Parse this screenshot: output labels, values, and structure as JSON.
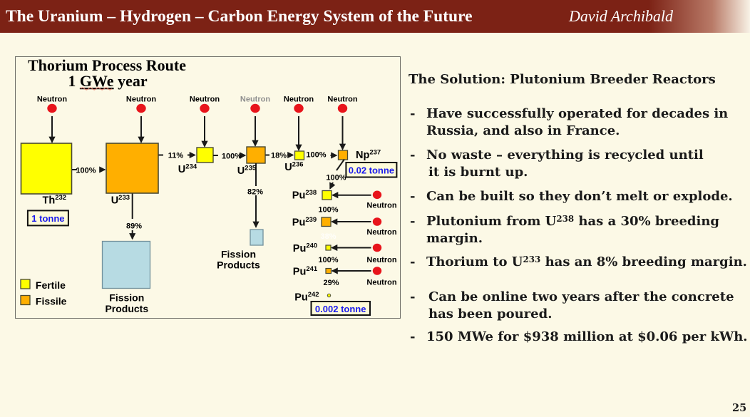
{
  "header": {
    "title": "The Uranium – Hydrogen – Carbon Energy System of the Future",
    "author": "David Archibald"
  },
  "page_number": "25",
  "colors": {
    "header_maroon": "#7C2215",
    "background_cream": "#FCF9E6",
    "fertile_yellow": "#FFFF00",
    "fissile_orange": "#FFAF00",
    "fission_blue": "#B7DBE3",
    "neutron_red": "#E8141B",
    "tonne_text_blue": "#1A1AEE"
  },
  "diagram": {
    "title_line1": "Thorium Process Route",
    "title_line2_pre": "1 ",
    "title_line2_underlined": "GWe",
    "title_line2_post": " year",
    "neutron_label": "Neutron",
    "nodes": {
      "th232": {
        "base": "Th",
        "sup": "232"
      },
      "u233": {
        "base": "U",
        "sup": "233"
      },
      "u234": {
        "base": "U",
        "sup": "234"
      },
      "u235": {
        "base": "U",
        "sup": "235"
      },
      "u236": {
        "base": "U",
        "sup": "236"
      },
      "np237": {
        "base": "Np",
        "sup": "237"
      },
      "pu238": {
        "base": "Pu",
        "sup": "238"
      },
      "pu239": {
        "base": "Pu",
        "sup": "239"
      },
      "pu240": {
        "base": "Pu",
        "sup": "240"
      },
      "pu241": {
        "base": "Pu",
        "sup": "241"
      },
      "pu242": {
        "base": "Pu",
        "sup": "242"
      }
    },
    "percents": {
      "th_u233": "100%",
      "u233_u234": "11%",
      "u234_u235": "100%",
      "u235_u236": "18%",
      "u236_np237": "100%",
      "np237_pu238": "100%",
      "u233_fission": "89%",
      "u235_fission": "82%",
      "pu238_pu239": "100%",
      "pu239_pu240": "38%",
      "pu240_pu241": "100%",
      "pu241_pu242": "29%"
    },
    "tonnes": {
      "th232": "1 tonne",
      "np237": "0.02 tonne",
      "pu242": "0.002 tonne"
    },
    "fission_line1": "Fission",
    "fission_line2": "Products",
    "legend": {
      "fertile": "Fertile",
      "fissile": "Fissile"
    }
  },
  "solution": {
    "heading": "The Solution: Plutonium Breeder Reactors",
    "dash": "-",
    "bullets": [
      {
        "lines": [
          "Have successfully operated for decades in",
          "Russia, and also in France."
        ]
      },
      {
        "lines": [
          "No waste – everything is recycled until",
          "it is burnt up."
        ]
      },
      {
        "lines": [
          "Can be built so they don’t melt or explode."
        ]
      },
      {
        "line1_pre": "Plutonium from U",
        "line1_sup": "238",
        "line1_post": " has a 30% breeding",
        "line2": "margin."
      },
      {
        "line1_pre": "Thorium to U",
        "line1_sup": "233",
        "line1_post": " has an 8% breeding margin."
      },
      {
        "lines": [
          "Can be online two years after the concrete",
          "has been poured."
        ]
      },
      {
        "lines": [
          "150 MWe for $938 million at $0.06 per kWh."
        ]
      }
    ]
  }
}
